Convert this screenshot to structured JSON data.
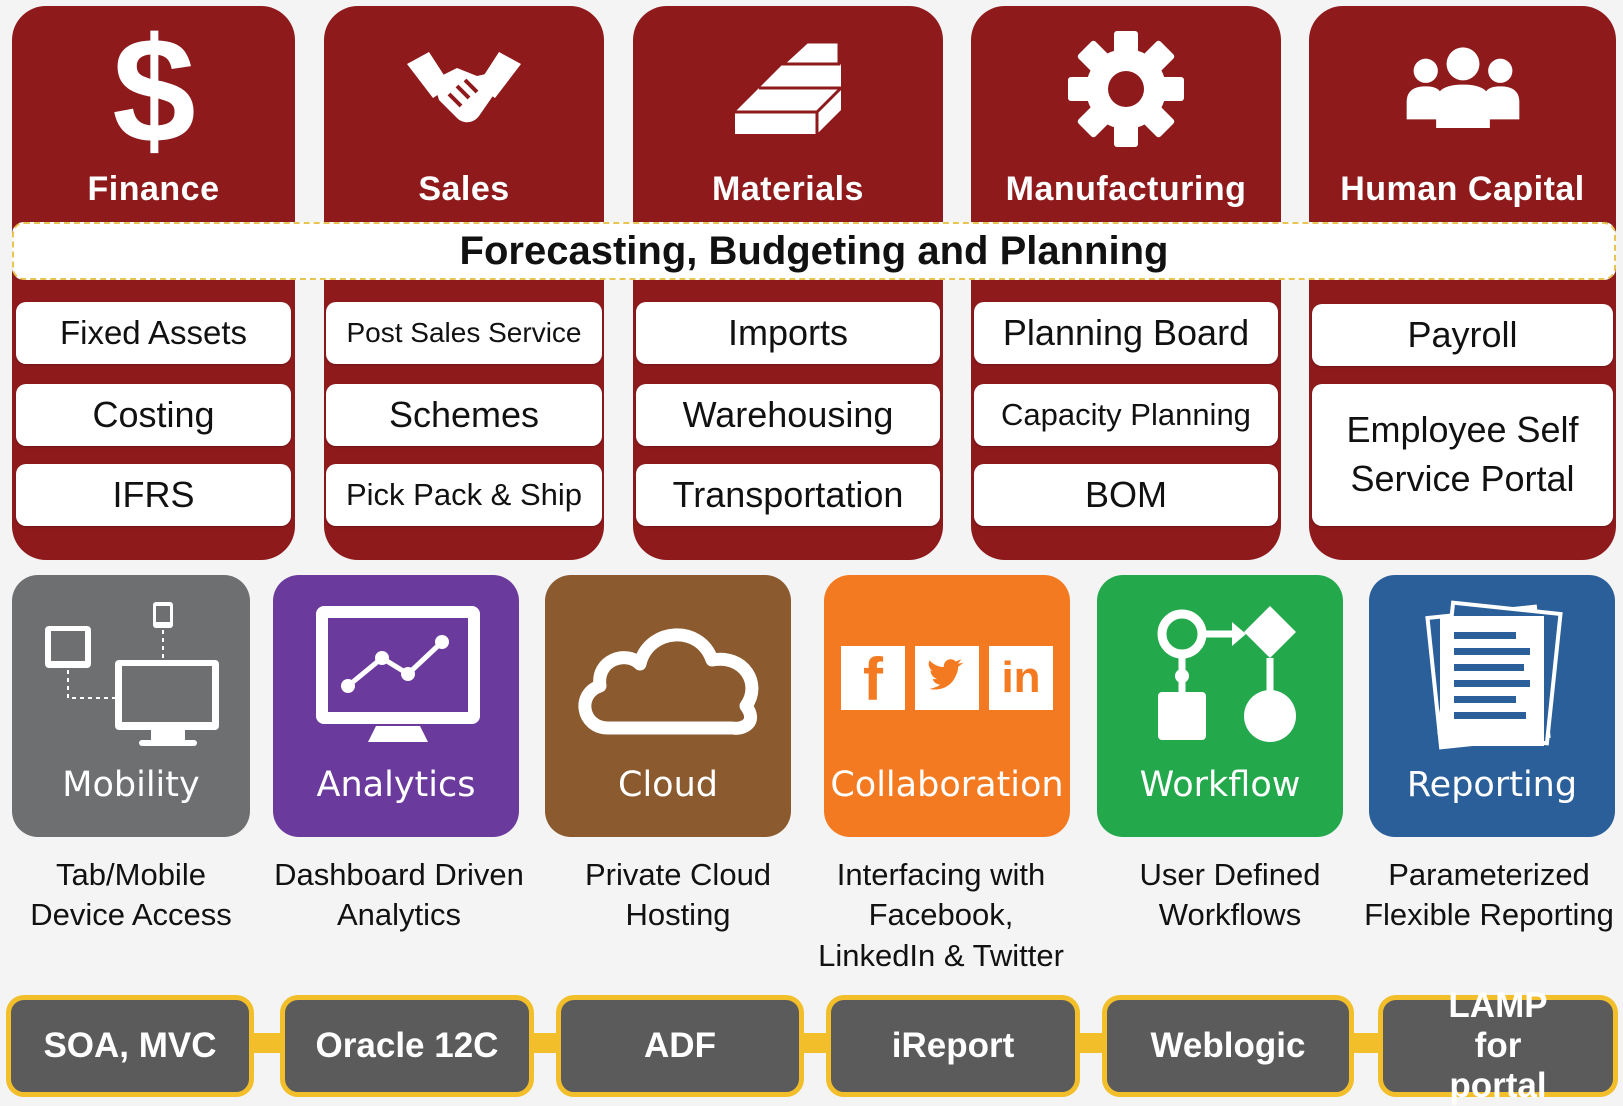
{
  "modules": [
    {
      "name": "Finance",
      "items": [
        "Fixed Assets",
        "Costing",
        "IFRS"
      ]
    },
    {
      "name": "Sales",
      "items": [
        "Post Sales Service",
        "Schemes",
        "Pick Pack & Ship"
      ]
    },
    {
      "name": "Materials",
      "items": [
        "Imports",
        "Warehousing",
        "Transportation"
      ]
    },
    {
      "name": "Manufacturing",
      "items": [
        "Planning Board",
        "Capacity Planning",
        "BOM"
      ]
    },
    {
      "name": "Human Capital",
      "items": [
        "Payroll",
        "Employee Self Service Portal"
      ]
    }
  ],
  "planning_bar": "Forecasting, Budgeting and Planning",
  "features": [
    {
      "label": "Mobility",
      "description": "Tab/Mobile Device Access",
      "color": "#6e6f71",
      "icon": "devices-icon"
    },
    {
      "label": "Analytics",
      "description": "Dashboard Driven Analytics",
      "color": "#6a3a9c",
      "icon": "monitor-chart-icon"
    },
    {
      "label": "Cloud",
      "description": "Private Cloud Hosting",
      "color": "#8b5a2e",
      "icon": "cloud-icon"
    },
    {
      "label": "Collaboration",
      "description": "Interfacing with Facebook, LinkedIn & Twitter",
      "color": "#f47a22",
      "icon": "social-icon"
    },
    {
      "label": "Workflow",
      "description": "User Defined Workflows",
      "color": "#23a94c",
      "icon": "workflow-icon"
    },
    {
      "label": "Reporting",
      "description": "Parameterized Flexible Reporting",
      "color": "#2b5f99",
      "icon": "documents-icon"
    }
  ],
  "social": {
    "facebook": "f",
    "linkedin": "in"
  },
  "technologies": [
    "SOA, MVC",
    "Oracle 12C",
    "ADF",
    "iReport",
    "Weblogic",
    "LAMP for portal"
  ],
  "colors": {
    "module": "#8e1a1c",
    "tech_bg": "#5b5b5b",
    "tech_border": "#f2bf2a"
  }
}
